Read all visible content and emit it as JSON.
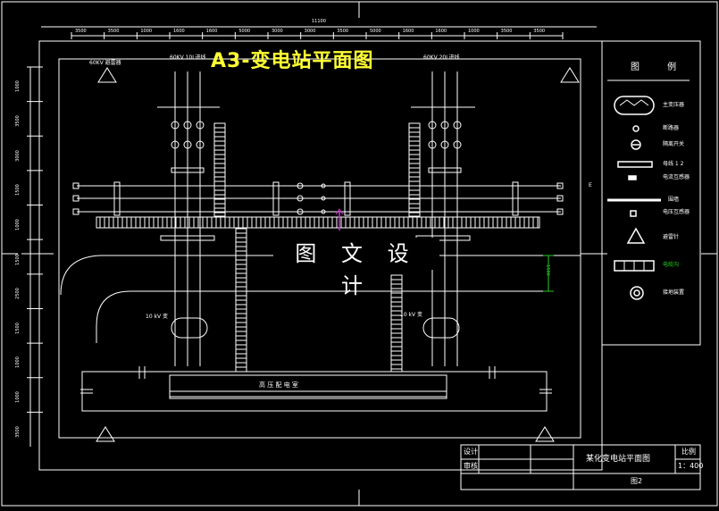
{
  "drawing": {
    "title": "A3-变电站平面图",
    "watermark": "图 文 设 计"
  },
  "dimensions": {
    "top_total": "11100",
    "top_segments": [
      "3500",
      "3500",
      "1000",
      "1600",
      "1600",
      "5000",
      "3000",
      "3000",
      "3500",
      "5000",
      "1600",
      "1600",
      "1000",
      "3500",
      "3500"
    ],
    "left_segments": [
      "1000",
      "3500",
      "3000",
      "1500",
      "1000",
      "1500",
      "2500",
      "1500",
      "1000",
      "1000",
      "3500"
    ],
    "right_dim": "1500"
  },
  "labels": {
    "feeder_left": "60KV 10L进线",
    "feeder_right": "60KV 20L进线",
    "lightning_left": "60KV 避雷器",
    "transformer_left": "10 kV 变",
    "transformer_right": "10 kV 变",
    "building": "高 压 配 电 室",
    "bus_right": "E"
  },
  "legend": {
    "title": "图 例",
    "items": [
      {
        "icon": "transformer-icon",
        "label": "主变压器"
      },
      {
        "icon": "breaker-icon",
        "label": "断路器"
      },
      {
        "icon": "disconnector-icon",
        "label": "隔离开关"
      },
      {
        "icon": "busbar-icon",
        "label": "母线 1 2"
      },
      {
        "icon": "ct-icon",
        "label": "电流互感器"
      },
      {
        "icon": "line-icon",
        "label": "围墙"
      },
      {
        "icon": "pt-icon",
        "label": "电压互感器"
      },
      {
        "icon": "lightning-rod-icon",
        "label": "避雷针"
      },
      {
        "icon": "cable-trench-icon",
        "label": "电缆沟"
      },
      {
        "icon": "grounding-icon",
        "label": "接地装置"
      }
    ]
  },
  "title_block": {
    "row1_left": "设计",
    "row2_left": "审核",
    "name": "某化变电站平面图",
    "scale_label": "比例",
    "scale_value": "1：400",
    "drawing_no": "图2"
  }
}
